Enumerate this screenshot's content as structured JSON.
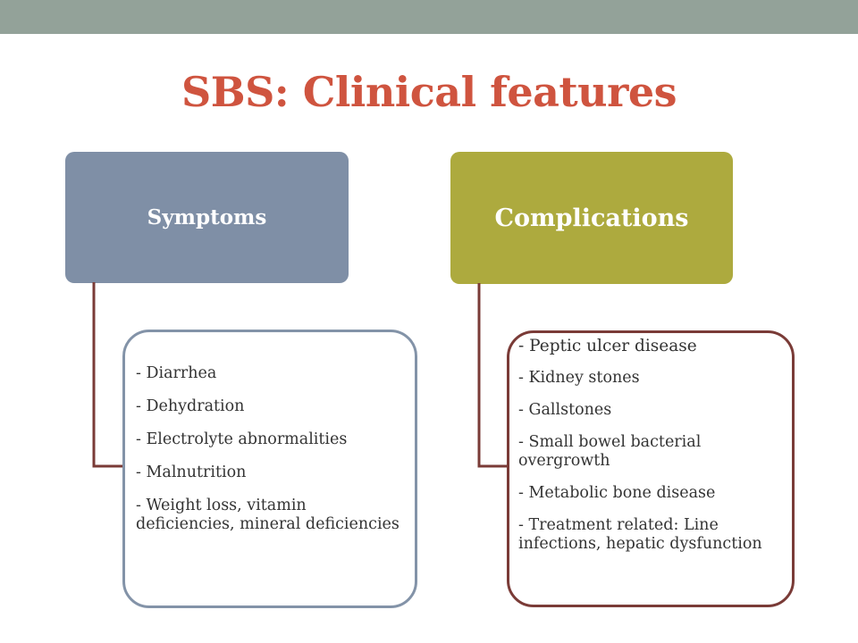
{
  "slide": {
    "title": "SBS: Clinical features"
  },
  "columns": [
    {
      "header": "Symptoms",
      "items": [
        "- Diarrhea",
        "- Dehydration",
        "- Electrolyte abnormalities",
        "- Malnutrition",
        "- Weight loss, vitamin deficiencies, mineral deficiencies"
      ]
    },
    {
      "header": "Complications",
      "items": [
        "- Peptic ulcer disease",
        "- Kidney stones",
        "- Gallstones",
        "- Small bowel bacterial overgrowth",
        "- Metabolic bone disease",
        "- Treatment related: Line infections, hepatic dysfunction"
      ]
    }
  ],
  "colors": {
    "top_bar": "#93a299",
    "title": "#cf543f",
    "symptoms_header": "#7f8fa6",
    "complications_header": "#adaa3e",
    "symptoms_border": "#8393a8",
    "complications_border": "#7a3b37"
  }
}
